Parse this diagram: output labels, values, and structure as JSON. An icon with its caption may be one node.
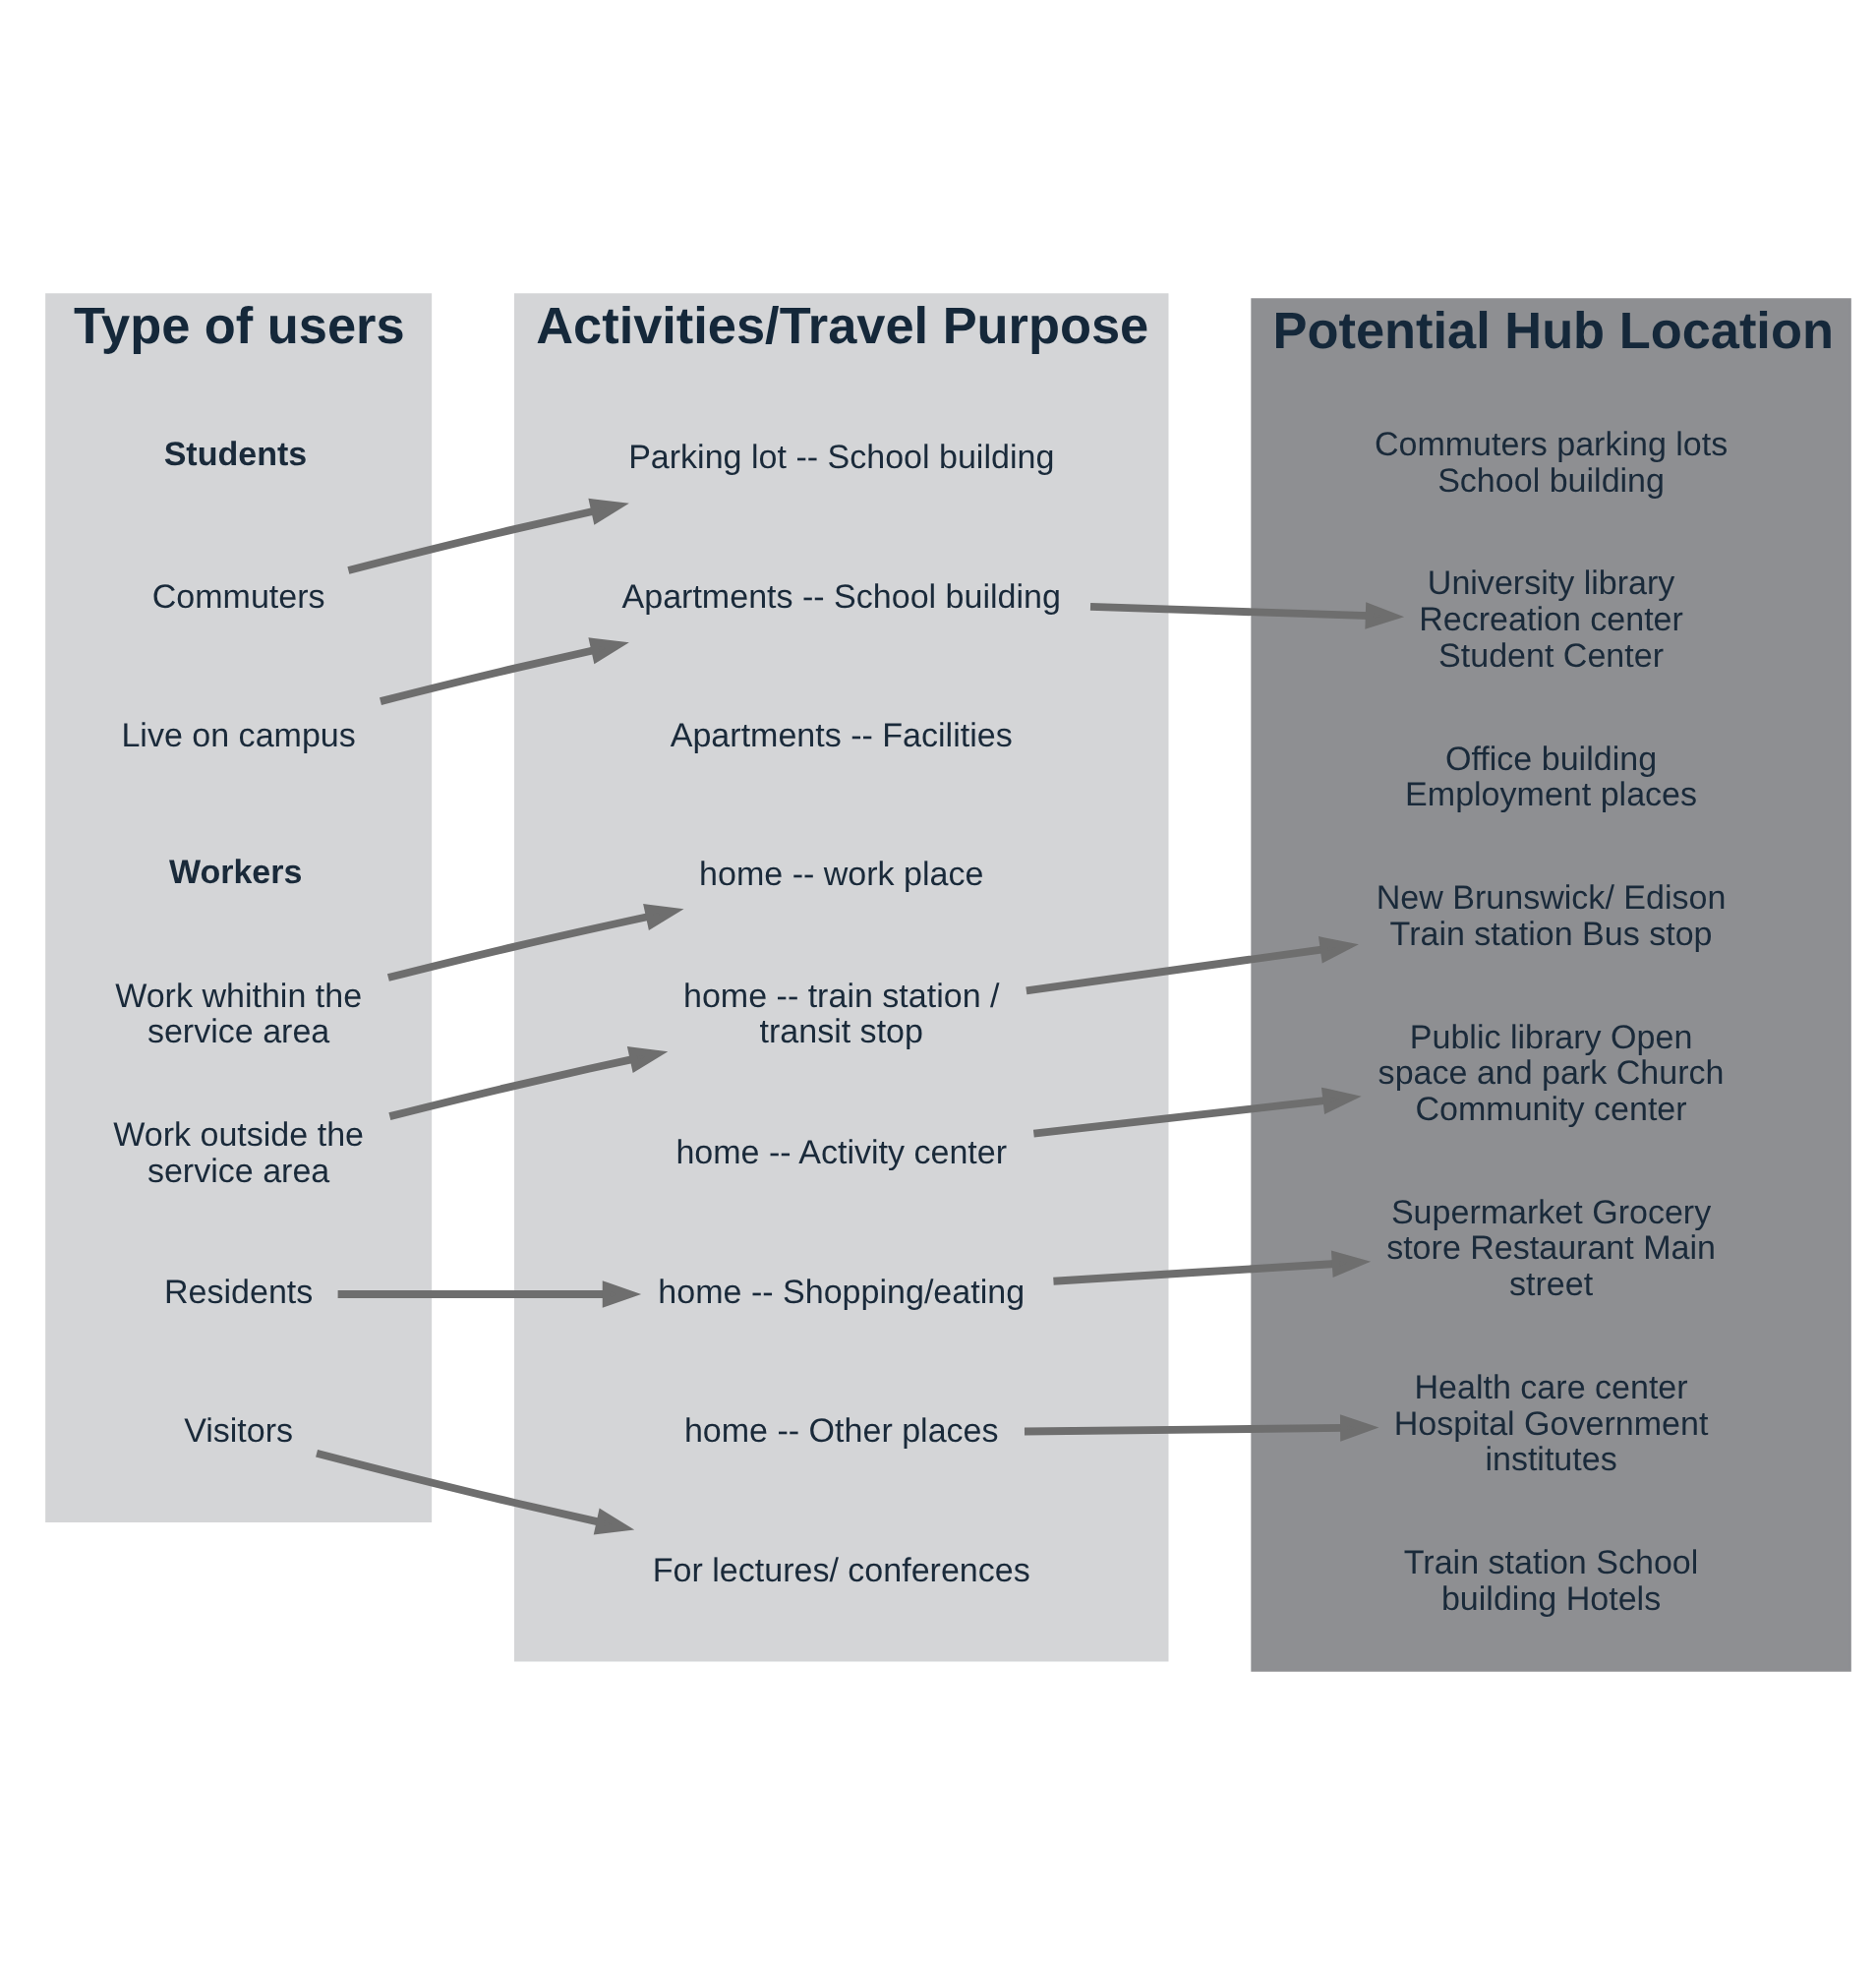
{
  "diagram": {
    "nodes": [
      {
        "text": [
          "Type of users"
        ]
      },
      {
        "text": [
          "Activities/Travel Purpose"
        ]
      },
      {
        "text": [
          "Potential Hub Location"
        ]
      },
      {
        "text": [
          "Commuters"
        ],
        "in": 0
      },
      {
        "text": [
          "Live on campus"
        ],
        "in": 0
      },
      {
        "text": [
          "Work whithin the service area"
        ],
        "in": 0
      },
      {
        "text": [
          "Work outside the service area"
        ],
        "in": 0
      },
      {
        "text": [
          "Residents"
        ],
        "in": 0
      },
      {
        "text": [
          "Visitors"
        ],
        "in": 0
      },
      {
        "text": [
          "Parking lot -- School building"
        ],
        "in": 1
      },
      {
        "text": [
          "Apartments -- School building"
        ],
        "in": 1
      },
      {
        "text": [
          "Apartments -- Facilities"
        ],
        "in": 1
      },
      {
        "text": [
          "home -- work place"
        ],
        "in": 1
      },
      {
        "text": [
          "home -- train station / transit stop"
        ],
        "in": 1
      },
      {
        "text": [
          "home -- Activity center"
        ],
        "in": 1
      },
      {
        "text": [
          "home -- Shopping/eating"
        ],
        "in": 1
      },
      {
        "text": [
          "home -- Other places"
        ],
        "in": 1
      },
      {
        "text": [
          "For lectures/ conferences"
        ],
        "in": 1
      },
      {
        "text": [
          "Commuters parking lots School building"
        ],
        "in": 2
      },
      {
        "text": [
          "University library Recreation center Student Center"
        ],
        "in": 2
      },
      {
        "text": [
          "Office building Employment places"
        ],
        "in": 2
      },
      {
        "text": [
          "New Brunswick/ Edison Train station Bus stop"
        ],
        "in": 2
      },
      {
        "text": [
          "Public library Open space and park Church Community center"
        ],
        "in": 2
      },
      {
        "text": [
          "Supermarket Grocery store Restaurant Main street"
        ],
        "in": 2
      },
      {
        "text": [
          "Health care center Hospital Government institutes"
        ],
        "in": 2
      },
      {
        "text": [
          "Train station School building Hotels"
        ],
        "in": 2
      }
    ],
    "edges": [
      {
        "from": 3,
        "to": 9,
        "arrow": "to"
      },
      {
        "from": 4,
        "to": 10,
        "arrow": "to"
      },
      {
        "from": 10,
        "to": 19,
        "arrow": "to"
      },
      {
        "from": 5,
        "to": 12,
        "arrow": "to"
      },
      {
        "from": 6,
        "to": 13,
        "arrow": "to"
      },
      {
        "from": 13,
        "to": 21,
        "arrow": "to"
      },
      {
        "from": 14,
        "to": 22,
        "arrow": "to"
      },
      {
        "from": 7,
        "to": 15,
        "arrow": "to"
      },
      {
        "from": 15,
        "to": 23,
        "arrow": "to"
      },
      {
        "from": 16,
        "to": 24,
        "arrow": "to"
      },
      {
        "from": 8,
        "to": 17,
        "arrow": "to"
      }
    ],
    "labels": [
      "Students",
      "Workers"
    ]
  }
}
